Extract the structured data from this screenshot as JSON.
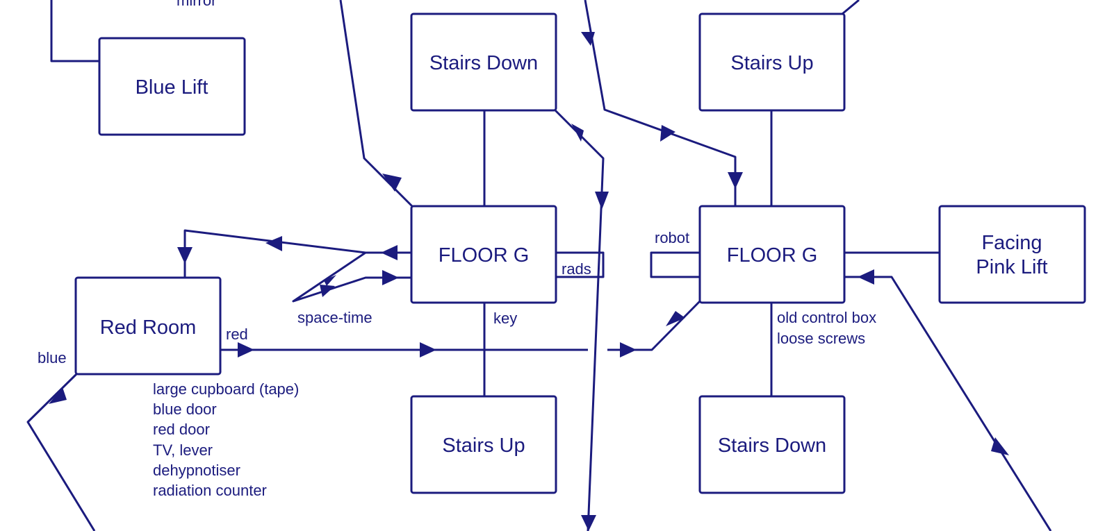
{
  "theme": {
    "ink": "#1b1b7e",
    "background": "#ffffff"
  },
  "rooms": {
    "blue_lift": "Blue Lift",
    "stairs_down_left": "Stairs Down",
    "stairs_up_right": "Stairs Up",
    "floor_g_left": "FLOOR G",
    "floor_g_right": "FLOOR G",
    "facing_pink_lift": [
      "Facing",
      "Pink Lift"
    ],
    "red_room": "Red Room",
    "stairs_up_bottom": "Stairs Up",
    "stairs_down_bottom": "Stairs Down"
  },
  "labels": {
    "mirror": "mirror",
    "robot": "robot",
    "rads": "rads",
    "red": "red",
    "blue": "blue",
    "space_time": "space-time",
    "key": "key",
    "old_control_box": "old control box",
    "loose_screws": "loose screws"
  },
  "red_room_items": [
    "large cupboard (tape)",
    "blue door",
    "red door",
    "TV, lever",
    "dehypnotiser",
    "radiation counter"
  ]
}
